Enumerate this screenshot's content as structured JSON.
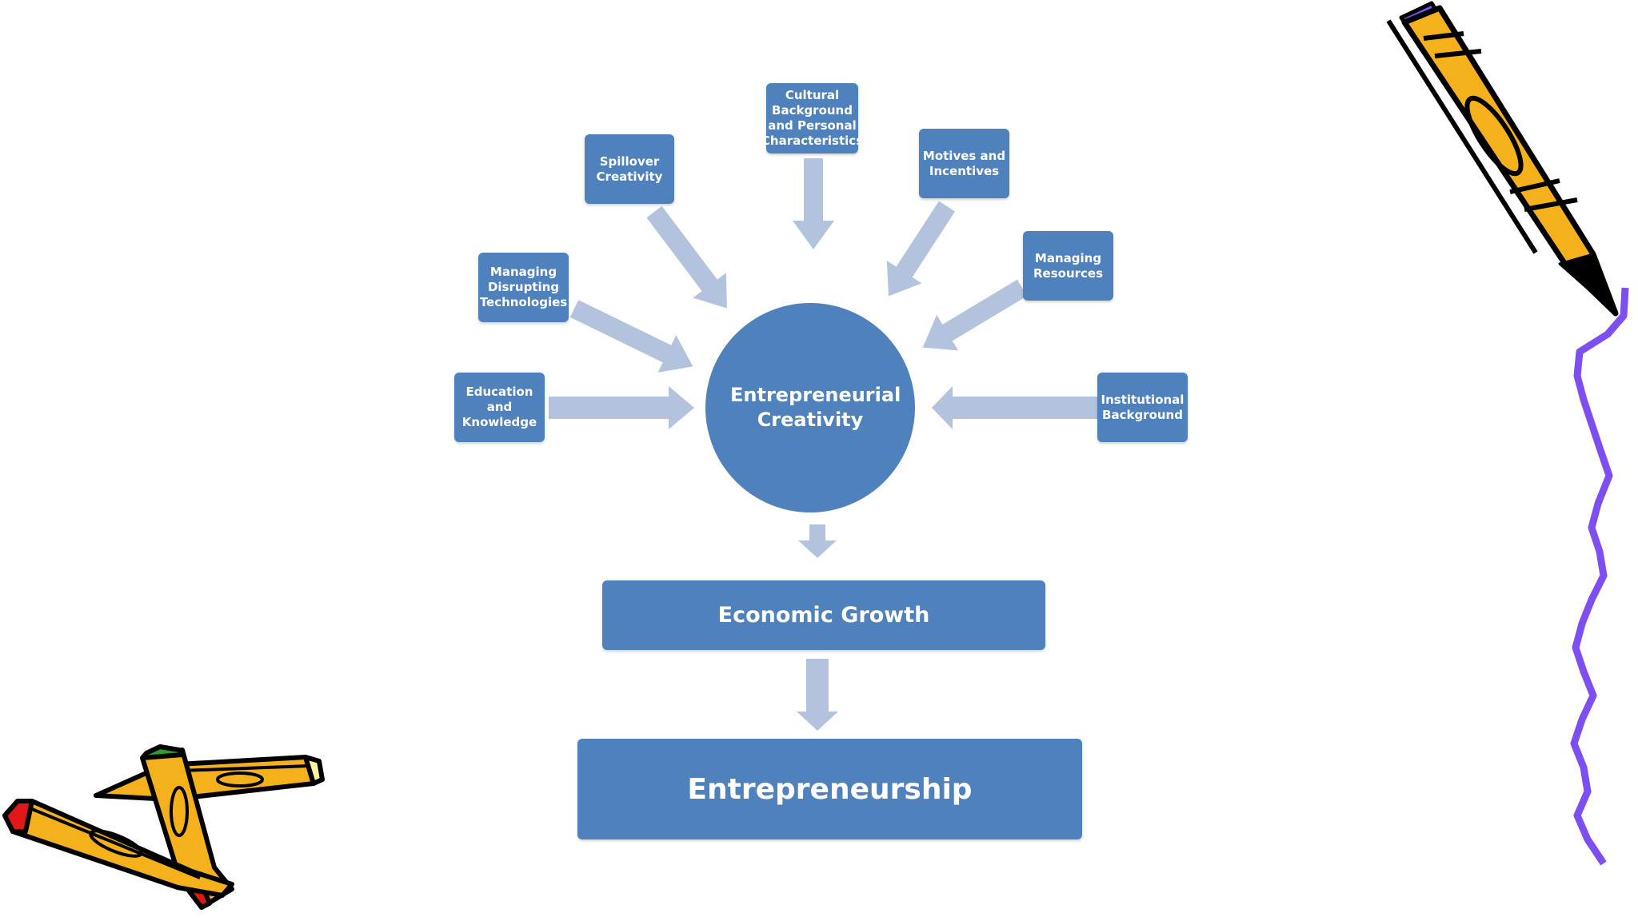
{
  "center": {
    "label": "Entrepreneurial Creativity"
  },
  "inputs": [
    {
      "id": "cultural",
      "label": "Cultural Background and Personal Characteristics"
    },
    {
      "id": "spillover",
      "label": "Spillover Creativity"
    },
    {
      "id": "motives",
      "label": "Motives and Incentives"
    },
    {
      "id": "disrupting",
      "label": "Managing Disrupting Technologies"
    },
    {
      "id": "resources",
      "label": "Managing Resources"
    },
    {
      "id": "education",
      "label": "Education and Knowledge"
    },
    {
      "id": "institutional",
      "label": "Institutional Background"
    }
  ],
  "outcomes": [
    {
      "id": "growth",
      "label": "Economic Growth"
    },
    {
      "id": "entrepreneurship",
      "label": "Entrepreneurship"
    }
  ],
  "colors": {
    "node": "#4f81bd",
    "arrow": "#b3c3de",
    "pencil_body": "#f5b11c",
    "squiggle": "#7d4ff0"
  },
  "decorations": [
    "pencils-clipart-icon",
    "pencil-clipart-icon",
    "squiggle-line"
  ]
}
